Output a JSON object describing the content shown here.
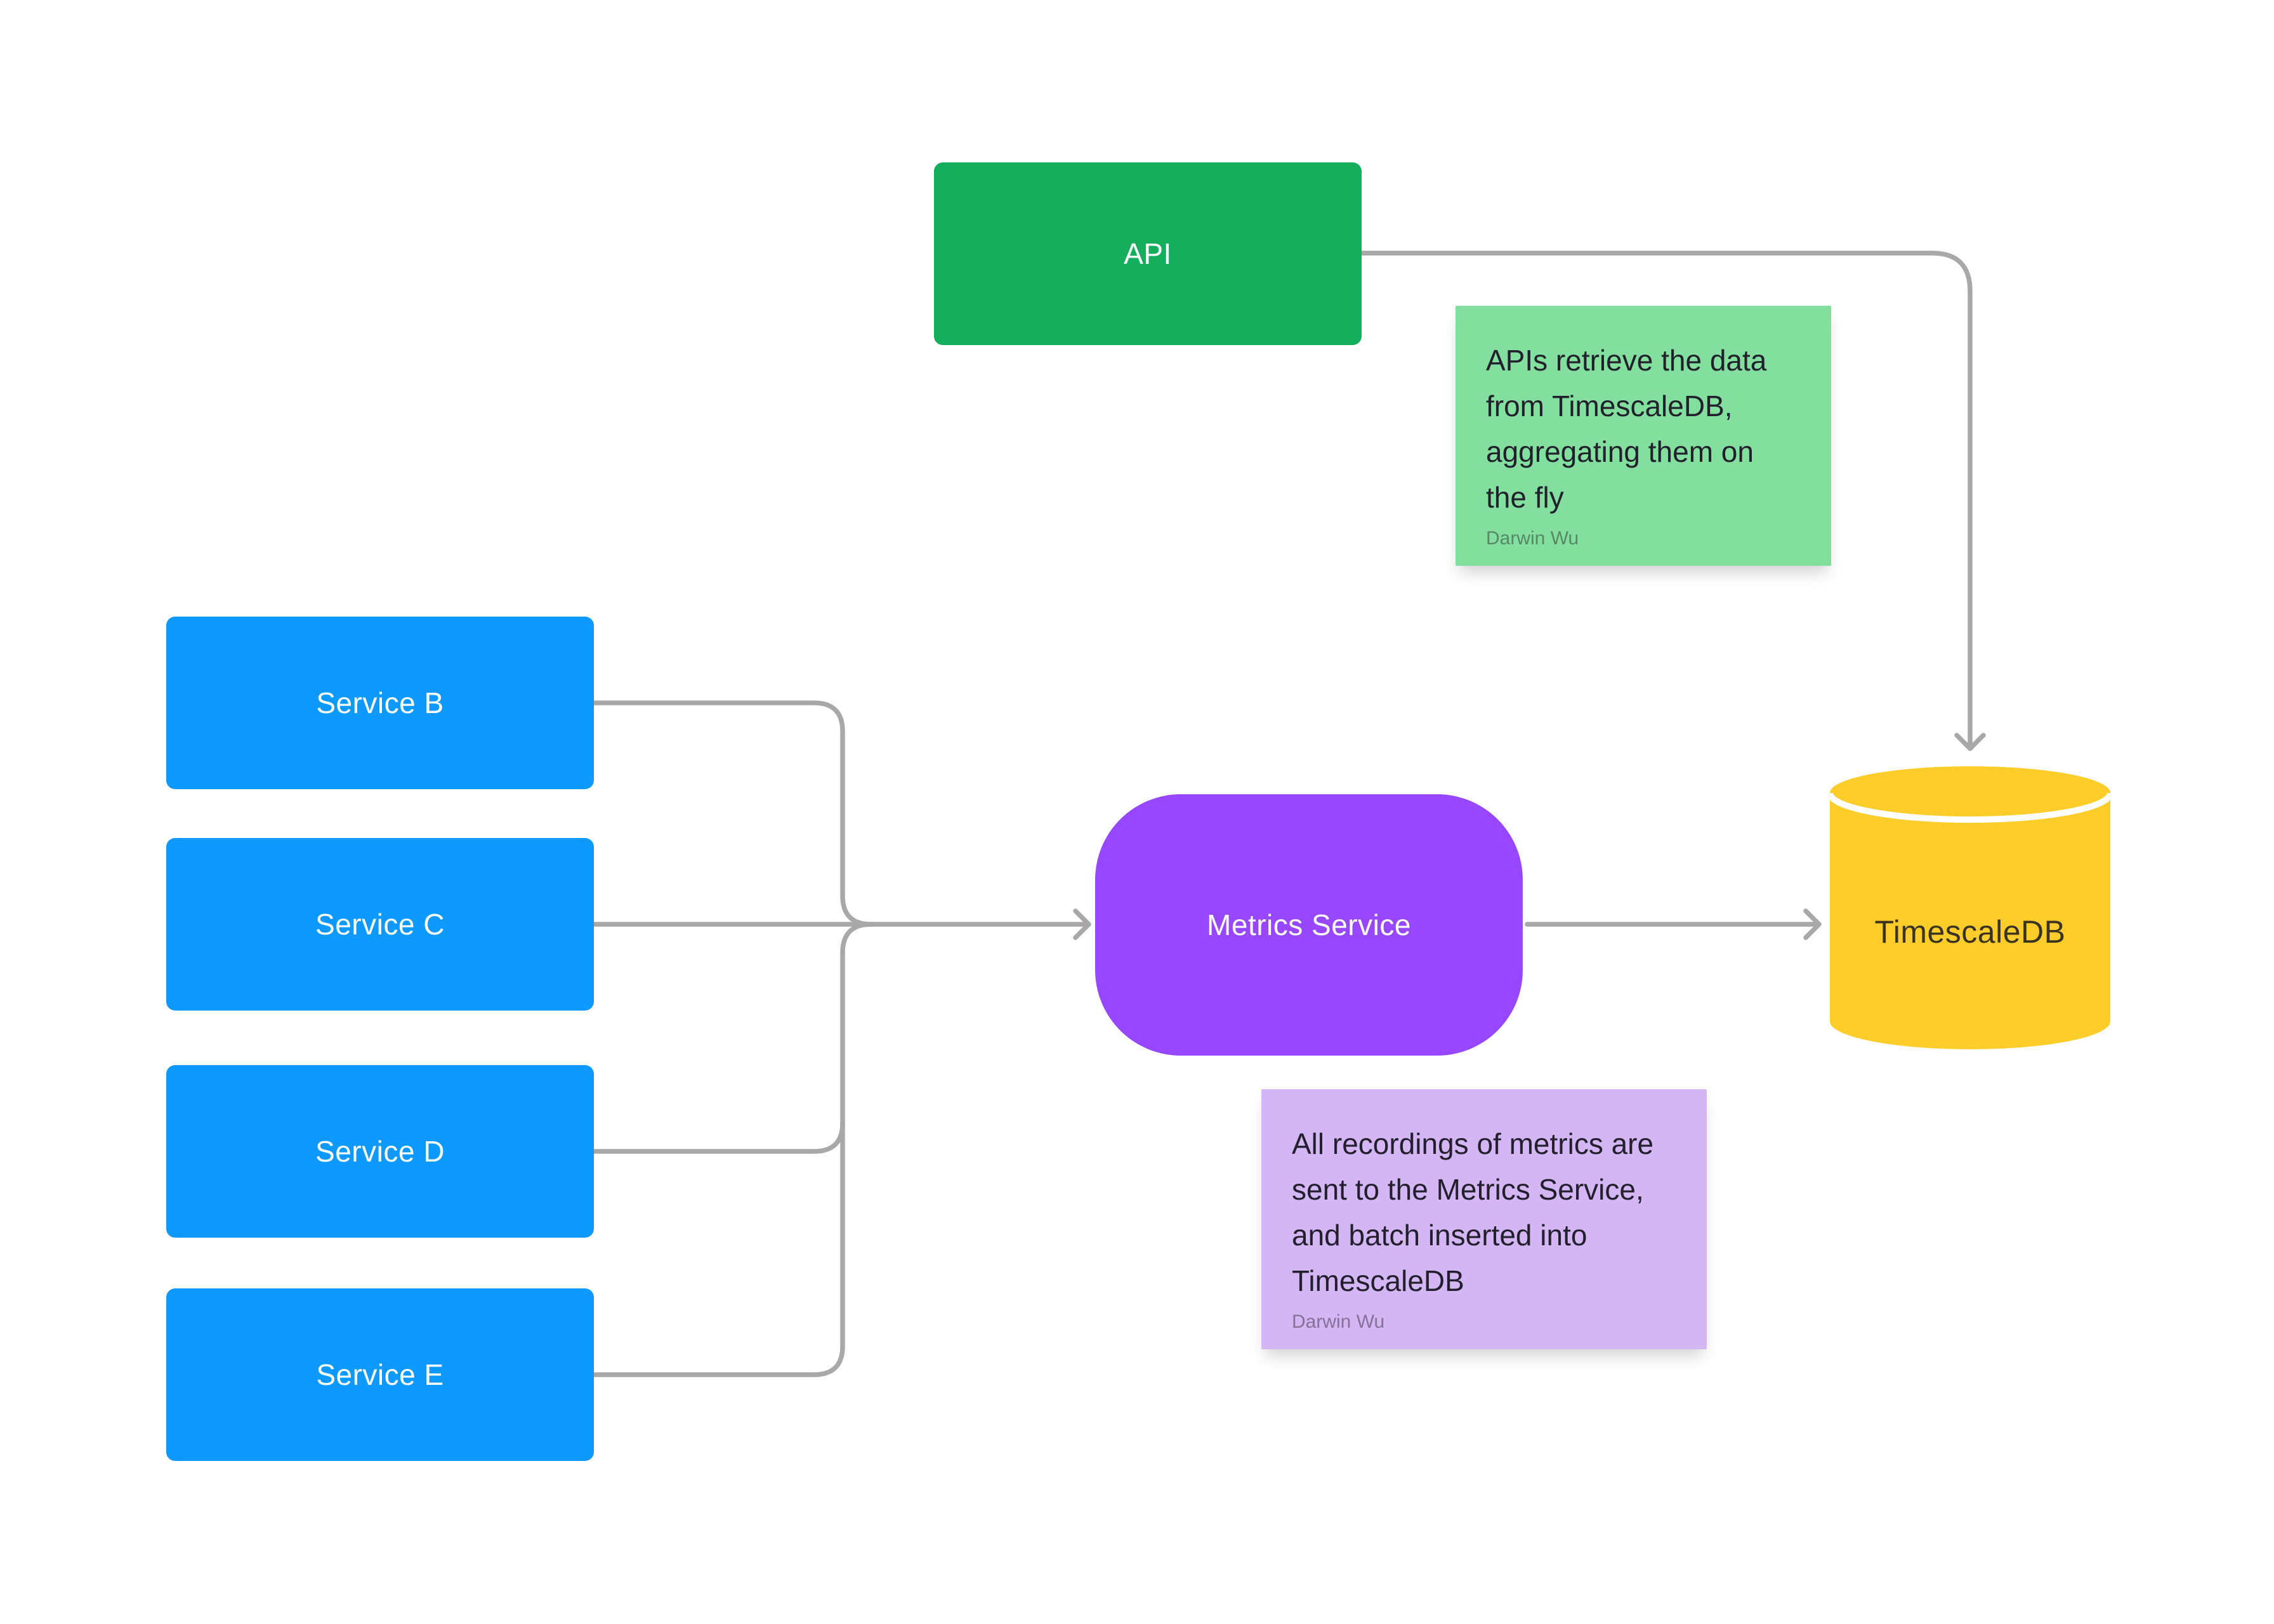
{
  "diagram": {
    "background_color": "#FFFFFF",
    "connector_color": "#A8A8A8",
    "nodes": {
      "api": {
        "label": "API",
        "fill": "#14AE5C",
        "text_color": "#FFFFFF",
        "shape": "rectangle"
      },
      "service_b": {
        "label": "Service B",
        "fill": "#0D99FF",
        "text_color": "#FFFFFF",
        "shape": "rectangle"
      },
      "service_c": {
        "label": "Service C",
        "fill": "#0D99FF",
        "text_color": "#FFFFFF",
        "shape": "rectangle"
      },
      "service_d": {
        "label": "Service D",
        "fill": "#0D99FF",
        "text_color": "#FFFFFF",
        "shape": "rectangle"
      },
      "service_e": {
        "label": "Service E",
        "fill": "#0D99FF",
        "text_color": "#FFFFFF",
        "shape": "rectangle"
      },
      "metrics_service": {
        "label": "Metrics Service",
        "fill": "#9747FF",
        "text_color": "#FFFFFF",
        "shape": "rounded-rectangle"
      },
      "timescaledb": {
        "label": "TimescaleDB",
        "fill": "#FFCD29",
        "text_color": "#3A3322",
        "shape": "cylinder"
      }
    },
    "sticky_notes": {
      "api_note": {
        "fill": "#83DF9E",
        "lines": [
          "APIs retrieve the data",
          "from TimescaleDB,",
          "aggregating them on",
          "the fly"
        ],
        "author": "Darwin Wu"
      },
      "metrics_note": {
        "fill": "#D5B6F4",
        "lines": [
          "All recordings of metrics are",
          "sent to the Metrics Service,",
          "and batch inserted into",
          "TimescaleDB"
        ],
        "author": "Darwin Wu"
      }
    },
    "connectors": [
      {
        "from": "service_b",
        "to": "metrics_service"
      },
      {
        "from": "service_c",
        "to": "metrics_service"
      },
      {
        "from": "service_d",
        "to": "metrics_service"
      },
      {
        "from": "service_e",
        "to": "metrics_service"
      },
      {
        "from": "metrics_service",
        "to": "timescaledb"
      },
      {
        "from": "api",
        "to": "timescaledb"
      }
    ]
  }
}
